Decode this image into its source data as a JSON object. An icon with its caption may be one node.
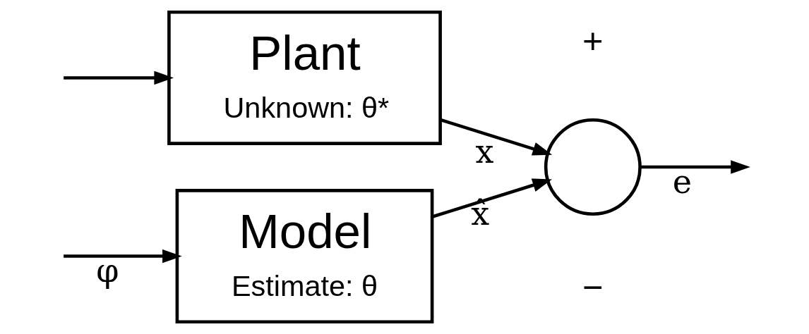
{
  "diagram": {
    "nodes": [
      {
        "text": [
          "Model",
          "Estimate: θ"
        ]
      },
      {
        "text": [
          "Plant",
          "Unknown: θ*"
        ]
      },
      {
        "text": [],
        "shape": "circle"
      }
    ],
    "edges": [
      {
        "from": null,
        "to": 0,
        "arrow": "to",
        "label": "φ"
      },
      {
        "from": null,
        "to": 1,
        "arrow": "to"
      },
      {
        "from": 0,
        "to": 2,
        "arrow": "to",
        "label": "x̂"
      },
      {
        "from": 1,
        "to": 2,
        "arrow": "to",
        "label": "x"
      },
      {
        "from": 2,
        "to": null,
        "arrow": "to",
        "label": "e"
      }
    ],
    "labels": [
      "+",
      "−"
    ]
  }
}
